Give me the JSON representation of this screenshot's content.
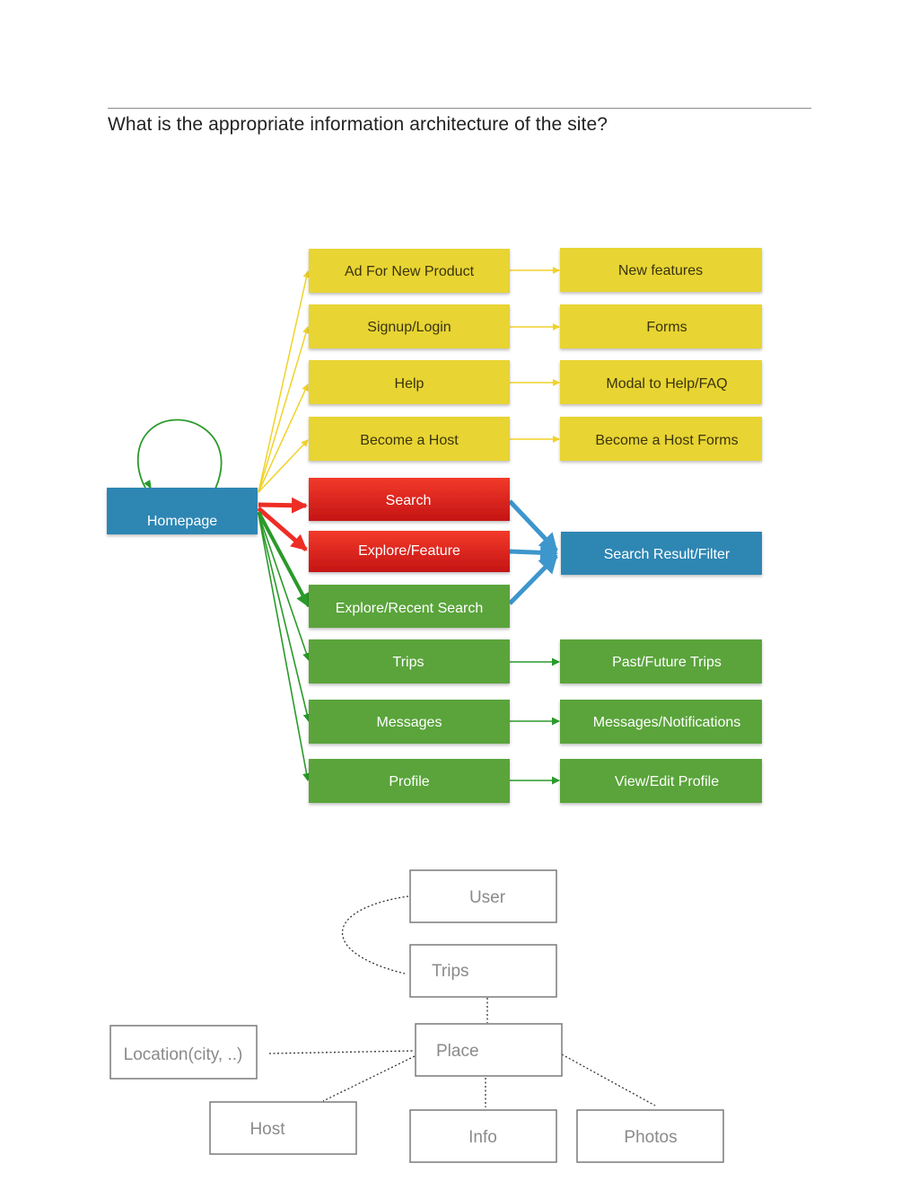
{
  "page": {
    "title": "What is the appropriate information architecture of the site?"
  },
  "colors": {
    "yellow": "#e8d430",
    "yellow_text": "#3a3410",
    "red": "#d9201c",
    "blue": "#2e86b3",
    "green": "#5aa43a",
    "yellow_arrow": "#f0d22a",
    "red_arrow": "#ee2d25",
    "blue_arrow": "#3d96cc",
    "green_arrow": "#2a9a2a",
    "er_border": "#7a7a7a"
  },
  "flow": {
    "homepage": "Homepage",
    "yellow_left": [
      "Ad For New Product",
      "Signup/Login",
      "Help",
      "Become a Host"
    ],
    "yellow_right": [
      "New features",
      "Forms",
      "Modal to Help/FAQ",
      "Become a Host Forms"
    ],
    "red": [
      "Search",
      "Explore/Feature"
    ],
    "green_left": [
      "Explore/Recent Search",
      "Trips",
      "Messages",
      "Profile"
    ],
    "result": "Search Result/Filter",
    "green_right": [
      "Past/Future Trips",
      "Messages/Notifications",
      "View/Edit Profile"
    ]
  },
  "entities": {
    "user": "User",
    "trips": "Trips",
    "place": "Place",
    "location": "Location(city, ..)",
    "host": "Host",
    "info": "Info",
    "photos": "Photos"
  }
}
